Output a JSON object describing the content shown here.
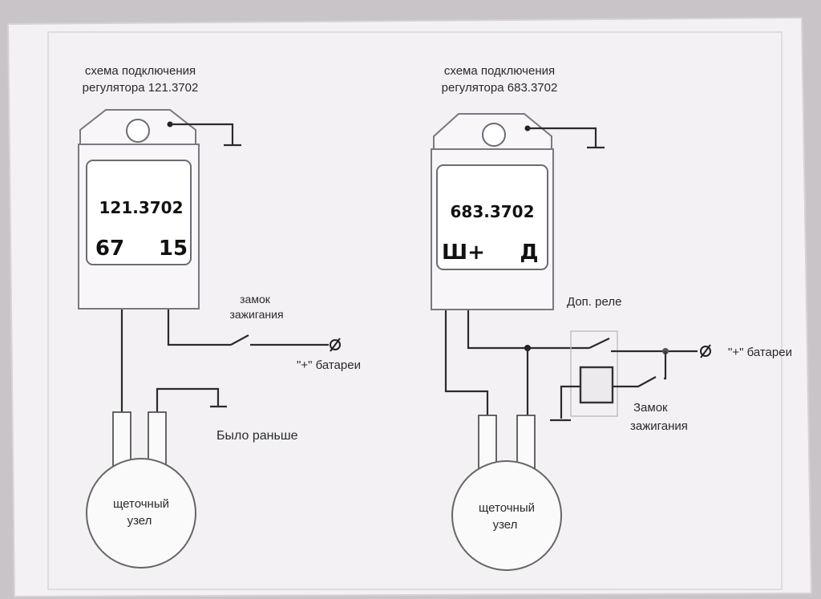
{
  "left": {
    "caption_line1": "схема подключения",
    "caption_line2": "регулятора 121.3702",
    "model": "121.3702",
    "terminal_left": "67",
    "terminal_right": "15",
    "ignition_line1": "замок",
    "ignition_line2": "зажигания",
    "battery": "\"+\" батареи",
    "note": "Было раньше",
    "brush_line1": "щеточный",
    "brush_line2": "узел"
  },
  "right": {
    "caption_line1": "схема подключения",
    "caption_line2": "регулятора 683.3702",
    "model": "683.3702",
    "terminal_left": "Ш+",
    "terminal_right": "Д",
    "relay": "Доп. реле",
    "battery": "\"+\" батареи",
    "ignition_line1": "Замок",
    "ignition_line2": "зажигания",
    "brush_line1": "щеточный",
    "brush_line2": "узел"
  },
  "colors": {
    "paper": "#f3f1f4",
    "ink": "#2b2b2b",
    "background": "#c9c4c8"
  }
}
